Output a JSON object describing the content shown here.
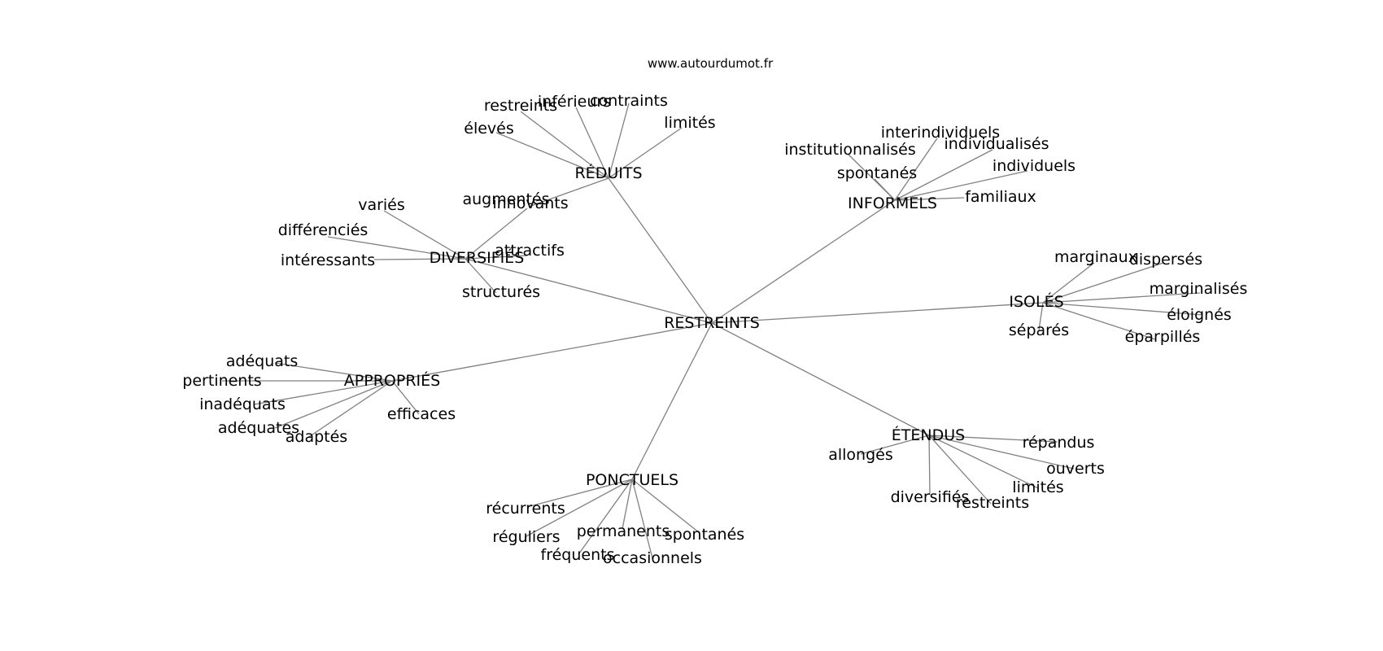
{
  "source_label": "www.autourdumot.fr",
  "center": {
    "id": "restreints",
    "label": "RESTREINTS"
  },
  "clusters": [
    {
      "id": "reduits",
      "label": "RÉDUITS",
      "leaves": [
        "restreints",
        "inférieurs",
        "contraints",
        "élevés",
        "limités",
        "augmentés"
      ]
    },
    {
      "id": "informels",
      "label": "INFORMELS",
      "leaves": [
        "interindividuels",
        "institutionnalisés",
        "individualisés",
        "spontanés",
        "individuels",
        "familiaux"
      ]
    },
    {
      "id": "diversifies",
      "label": "DIVERSIFIÉS",
      "leaves": [
        "variés",
        "innovants",
        "différenciés",
        "attractifs",
        "intéressants",
        "structurés"
      ]
    },
    {
      "id": "isoles",
      "label": "ISOLÉS",
      "leaves": [
        "marginaux",
        "dispersés",
        "marginalisés",
        "éloignés",
        "séparés",
        "éparpillés"
      ]
    },
    {
      "id": "appropries",
      "label": "APPROPRIÉS",
      "leaves": [
        "adéquats",
        "pertinents",
        "inadéquats",
        "efficaces",
        "adéquates",
        "adaptés"
      ]
    },
    {
      "id": "etendus",
      "label": "ÉTENDUS",
      "leaves": [
        "allongés",
        "répandus",
        "ouverts",
        "limités",
        "diversifiés",
        "restreints"
      ]
    },
    {
      "id": "ponctuels",
      "label": "PONCTUELS",
      "leaves": [
        "récurrents",
        "réguliers",
        "permanents",
        "spontanés",
        "fréquents",
        "occasionnels"
      ]
    }
  ]
}
